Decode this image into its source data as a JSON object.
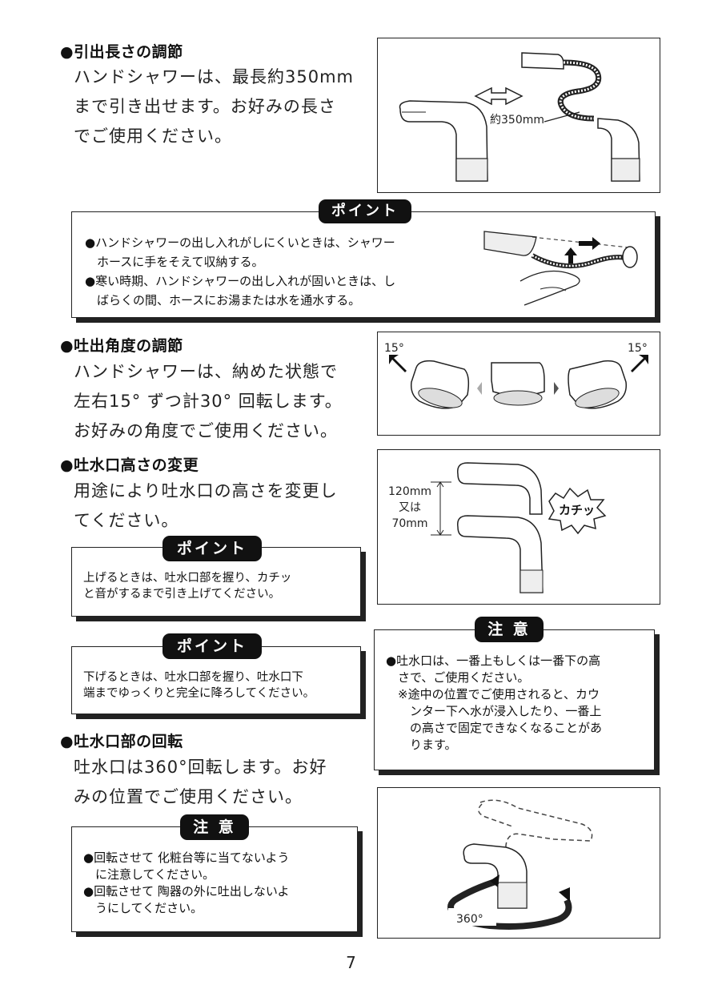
{
  "section1": {
    "heading": "●引出長さの調節",
    "lines": [
      "ハンドシャワーは、最長約350mm",
      "まで引き出せます。お好みの長さ",
      "でご使用ください。"
    ],
    "figure_label": "約350mm"
  },
  "point1": {
    "badge": "ポイント",
    "lines": [
      "●ハンドシャワーの出し入れがしにくいときは、シャワー",
      "　ホースに手をそえて収納する。",
      "●寒い時期、ハンドシャワーの出し入れが固いときは、し",
      "　ばらくの間、ホースにお湯または水を通水する。"
    ]
  },
  "section2": {
    "heading": "●吐出角度の調節",
    "lines": [
      "ハンドシャワーは、納めた状態で",
      "左右15° ずつ計30° 回転します。",
      "お好みの角度でご使用ください。"
    ],
    "angle_left": "15°",
    "angle_right": "15°"
  },
  "section3": {
    "heading": "●吐水口高さの変更",
    "lines": [
      "用途により吐水口の高さを変更し",
      "てください。"
    ],
    "fig_height_lines": [
      "120mm",
      "又は",
      "70mm"
    ],
    "fig_click": "カチッ"
  },
  "point2": {
    "badge": "ポイント",
    "lines": [
      "上げるときは、吐水口部を握り、カチッ",
      "と音がするまで引き上げてください。"
    ]
  },
  "point3": {
    "badge": "ポイント",
    "lines": [
      "下げるときは、吐水口部を握り、吐水口下",
      "端までゆっくりと完全に降ろしてください。"
    ]
  },
  "caution1": {
    "badge": "注 意",
    "lines": [
      "●吐水口は、一番上もしくは一番下の高",
      "　さで、ご使用ください。",
      "　※途中の位置でご使用されると、カウ",
      "　　ンター下へ水が浸入したり、一番上",
      "　　の高さで固定できなくなることがあ",
      "　　ります。"
    ]
  },
  "section4": {
    "heading": "●吐水口部の回転",
    "lines": [
      "吐水口は360°回転します。お好",
      "みの位置でご使用ください。"
    ],
    "fig_label": "360°"
  },
  "caution2": {
    "badge": "注 意",
    "lines": [
      "●回転させて 化粧台等に当てないよう",
      "　に注意してください。",
      "●回転させて 陶器の外に吐出しないよ",
      "　うにしてください。"
    ]
  },
  "page_number": "7"
}
